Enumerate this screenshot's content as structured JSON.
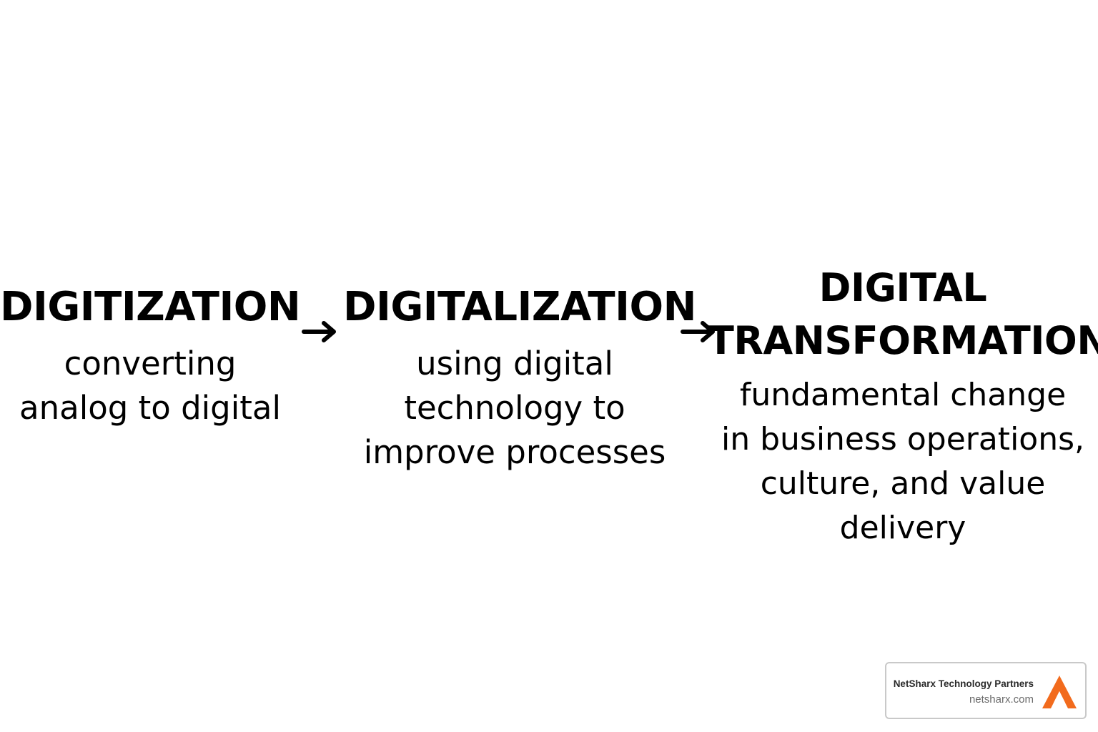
{
  "stages": [
    {
      "title": "DIGITIZATION",
      "description": "converting\nanalog to digital"
    },
    {
      "title": "DIGITALIZATION",
      "description": "using digital\ntechnology to\nimprove processes"
    },
    {
      "title": "DIGITAL\nTRANSFORMATION",
      "description": "fundamental change\nin business operations,\nculture, and value delivery"
    }
  ],
  "arrows": [
    {
      "icon": "right-arrow-icon"
    },
    {
      "icon": "right-arrow-icon"
    }
  ],
  "badge": {
    "company": "NetSharx Technology Partners",
    "url": "netsharx.com",
    "logo_icon": "netsharx-logo-icon",
    "logo_color": "#f26b1d"
  }
}
